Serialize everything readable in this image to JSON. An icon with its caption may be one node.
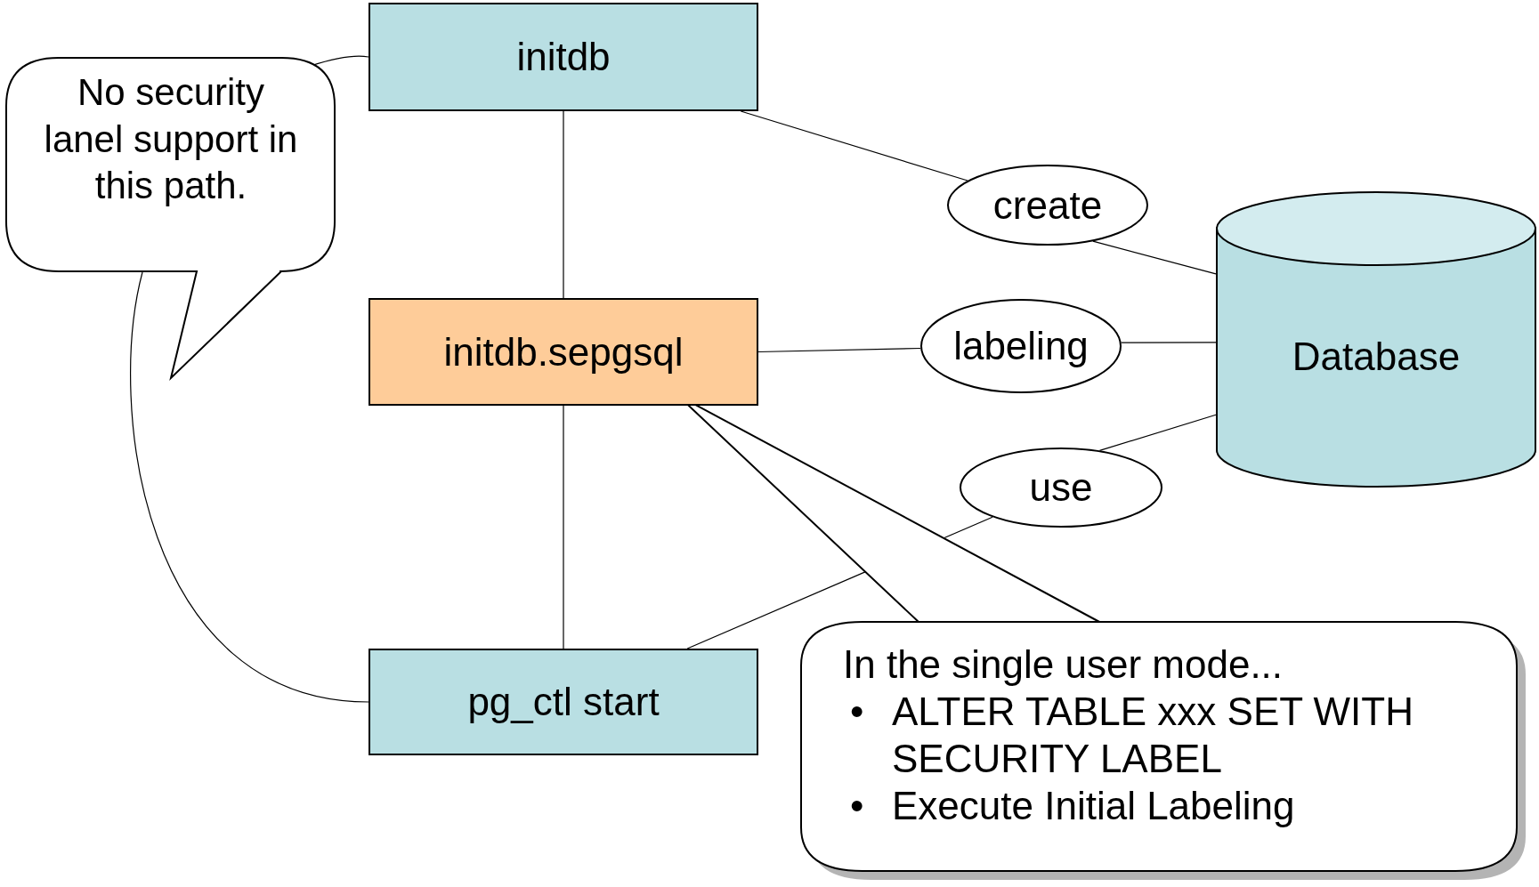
{
  "diagram": {
    "nodes": [
      {
        "text": [
          "initdb"
        ]
      },
      {
        "text": [
          "initdb.sepgsql"
        ]
      },
      {
        "text": [
          "pg_ctl start"
        ]
      },
      {
        "text": [
          "create"
        ]
      },
      {
        "text": [
          "labeling"
        ]
      },
      {
        "text": [
          "use"
        ]
      },
      {
        "text": [
          "Database"
        ]
      },
      {
        "text": [
          "No security lanel support in this path."
        ]
      },
      {
        "text": [
          "In the single user mode...",
          "•",
          "ALTER TABLE xxx SET WITH SECURITY LABEL",
          "•",
          "Execute Initial Labeling"
        ]
      }
    ],
    "edges": [
      {
        "from": 0,
        "to": 1,
        "arrow": "none"
      },
      {
        "from": 1,
        "to": 2,
        "arrow": "none"
      },
      {
        "from": 0,
        "to": 3,
        "arrow": "none"
      },
      {
        "from": 3,
        "to": 6,
        "arrow": "none"
      },
      {
        "from": 1,
        "to": 4,
        "arrow": "none"
      },
      {
        "from": 4,
        "to": 6,
        "arrow": "none"
      },
      {
        "from": 2,
        "to": 5,
        "arrow": "none"
      },
      {
        "from": 5,
        "to": 6,
        "arrow": "none"
      },
      {
        "from": 7,
        "to": 0,
        "arrow": "none"
      },
      {
        "from": 7,
        "to": 2,
        "arrow": "none"
      }
    ]
  }
}
